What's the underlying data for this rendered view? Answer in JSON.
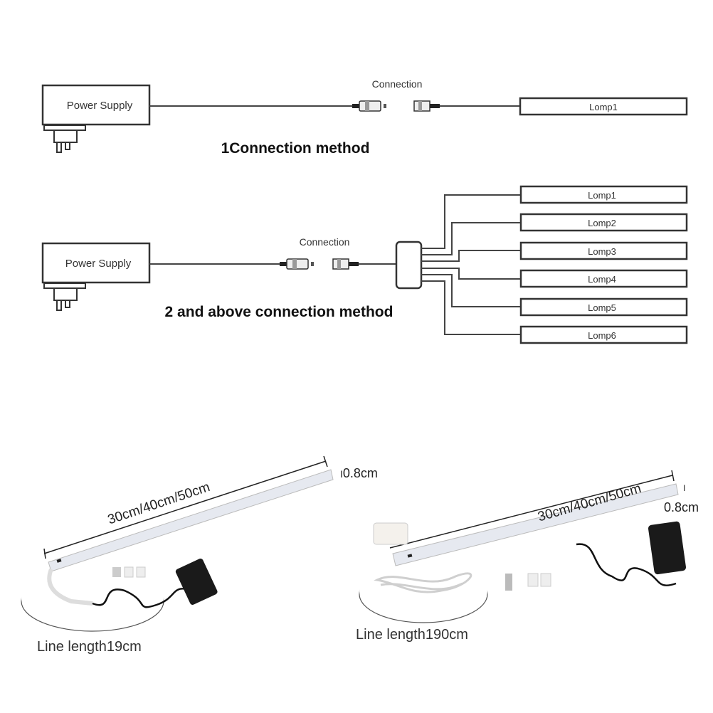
{
  "diagram1": {
    "power_supply": "Power Supply",
    "connection": "Connection",
    "lamp": "Lomp1",
    "caption": "1Connection method"
  },
  "diagram2": {
    "power_supply": "Power Supply",
    "connection": "Connection",
    "lamps": [
      "Lomp1",
      "Lomp2",
      "Lomp3",
      "Lomp4",
      "Lomp5",
      "Lomp6"
    ],
    "caption": "2 and above connection method"
  },
  "product_left": {
    "length": "30cm/40cm/50cm",
    "thickness": "0.8cm",
    "line_length": "Line length19cm"
  },
  "product_right": {
    "length": "30cm/40cm/50cm",
    "thickness": "0.8cm",
    "line_length": "Line length190cm"
  }
}
